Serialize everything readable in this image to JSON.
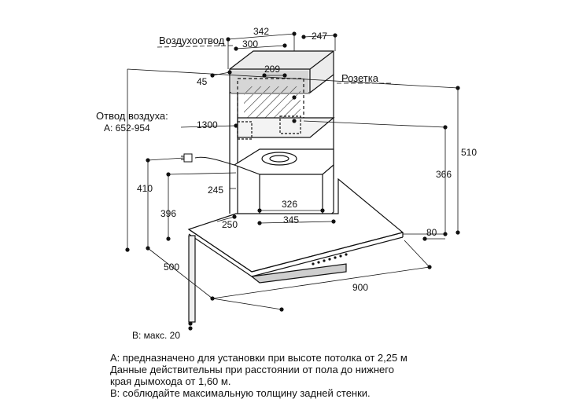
{
  "labels": {
    "air_outlet": "Воздухоотвод",
    "socket": "Розетка",
    "air_exhaust": "Отвод воздуха:",
    "a_range": "A: 652-954",
    "b_max": "B: макс. 20"
  },
  "dimensions": {
    "d342": "342",
    "d300": "300",
    "d247": "247",
    "d209": "209",
    "d45": "45",
    "d1300": "1300",
    "d510": "510",
    "d366": "366",
    "d410": "410",
    "d396": "396",
    "d245": "245",
    "d326": "326",
    "d345": "345",
    "d250": "250",
    "d80": "80",
    "d500": "500",
    "d900": "900"
  },
  "notes": [
    "A: предназначено для установки при высоте потолка от 2,25 м",
    "Данные действительны при расстоянии от пола до нижнего",
    "края дымохода от 1,60 м.",
    "B: соблюдайте максимальную толщину задней стенки."
  ]
}
